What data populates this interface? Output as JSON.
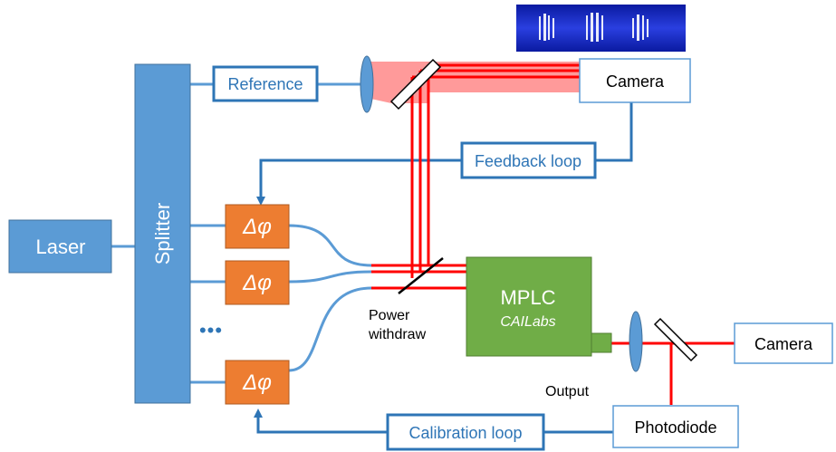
{
  "labels": {
    "laser": "Laser",
    "splitter": "Splitter",
    "reference": "Reference",
    "camera_top": "Camera",
    "feedback_loop": "Feedback loop",
    "phase_shifter": "Δφ",
    "ellipsis": "•••",
    "mplc": "MPLC",
    "mplc_brand": "CAILabs",
    "power_withdraw_line1": "Power",
    "power_withdraw_line2": "withdraw",
    "output": "Output",
    "camera_right": "Camera",
    "photodiode": "Photodiode",
    "calibration_loop": "Calibration loop"
  },
  "colors": {
    "component_blue": "#5b9bd5",
    "component_blue_border": "#41719c",
    "label_blue": "#2e75b6",
    "phase_orange": "#ed7d31",
    "phase_orange_border": "#ae5a21",
    "mplc_green": "#70ad47",
    "mplc_green_border": "#507e32",
    "beam_red": "#ff0000",
    "reference_beam_pink": "#ff9a9a",
    "fringe_image_blue": "#1a2fc8"
  },
  "icons": {
    "fringe_image": "interference-fringe-image",
    "lens": "lens-icon",
    "beam_splitter": "beam-splitter-icon"
  }
}
